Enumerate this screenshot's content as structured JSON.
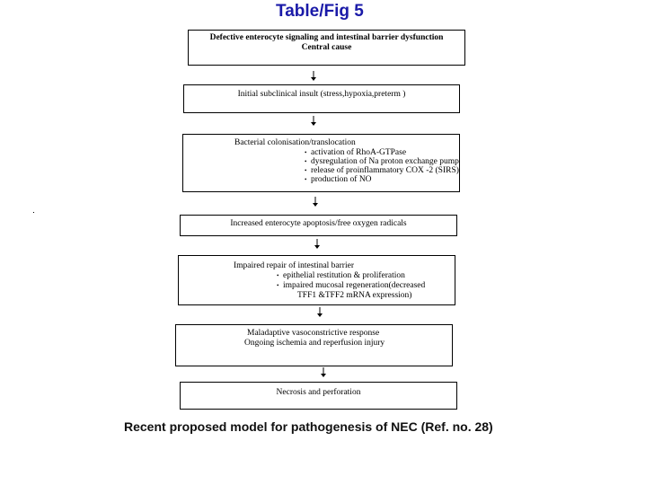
{
  "figure": {
    "title": "Table/Fig 5",
    "caption": "Recent proposed model for pathogenesis of NEC (Ref. no. 28)"
  },
  "steps": [
    {
      "lines": [
        "Defective enterocyte signaling and intestinal barrier dysfunction",
        "Central cause"
      ]
    },
    {
      "lines": [
        "Initial subclinical insult (stress,hypoxia,preterm )"
      ]
    },
    {
      "heading": "Bacterial colonisation/translocation",
      "bullets": [
        "activation of RhoA-GTPase",
        "dysregulation of Na proton exchange pump",
        "release of proinflammatory COX -2 (SIRS)",
        "production of NO"
      ]
    },
    {
      "lines": [
        "Increased enterocyte apoptosis/free oxygen radicals"
      ]
    },
    {
      "heading": "Impaired repair of intestinal barrier",
      "bullets": [
        "epithelial restitution & proliferation",
        "impaired mucosal regeneration(decreased"
      ],
      "continuation": "TFF1 &TFF2 mRNA expression)"
    },
    {
      "lines": [
        "Maladaptive vasoconstrictive response",
        "Ongoing ischemia and reperfusion injury"
      ]
    },
    {
      "lines": [
        "Necrosis and perforation"
      ]
    }
  ]
}
